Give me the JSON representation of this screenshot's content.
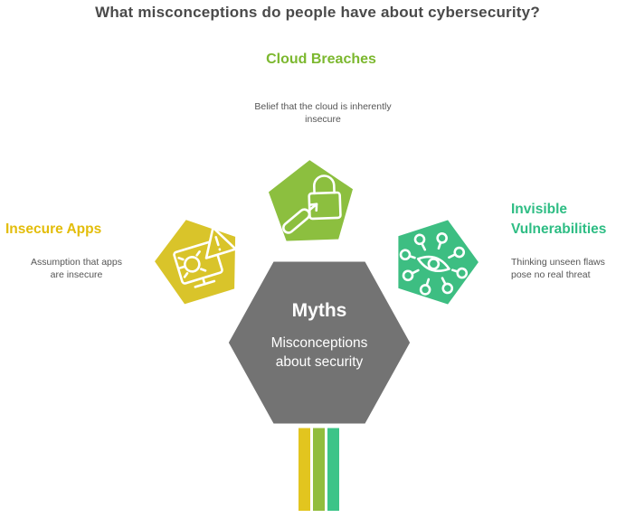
{
  "title": "What misconceptions do people have about cybersecurity?",
  "center": {
    "heading": "Myths",
    "subheading": "Misconceptions about security",
    "color": "#737373"
  },
  "nodes": [
    {
      "id": "insecure-apps",
      "label": "Insecure Apps",
      "description": "Assumption that apps are insecure",
      "color": "#d9c42a",
      "label_color": "#e3bd0a",
      "icon": "bug-monitor-warning-icon"
    },
    {
      "id": "cloud-breaches",
      "label": "Cloud Breaches",
      "description": "Belief that the cloud is inherently insecure",
      "color": "#8cbf3f",
      "label_color": "#7cb82f",
      "icon": "lock-search-icon"
    },
    {
      "id": "invisible-vulnerabilities",
      "label": "Invisible Vulnerabilities",
      "description": "Thinking unseen flaws pose no real threat",
      "color": "#3dbe82",
      "label_color": "#2ebd84",
      "icon": "eye-network-icon"
    }
  ],
  "stem": {
    "colors": [
      "#e2c51f",
      "#92bd3d",
      "#3cc488"
    ]
  }
}
